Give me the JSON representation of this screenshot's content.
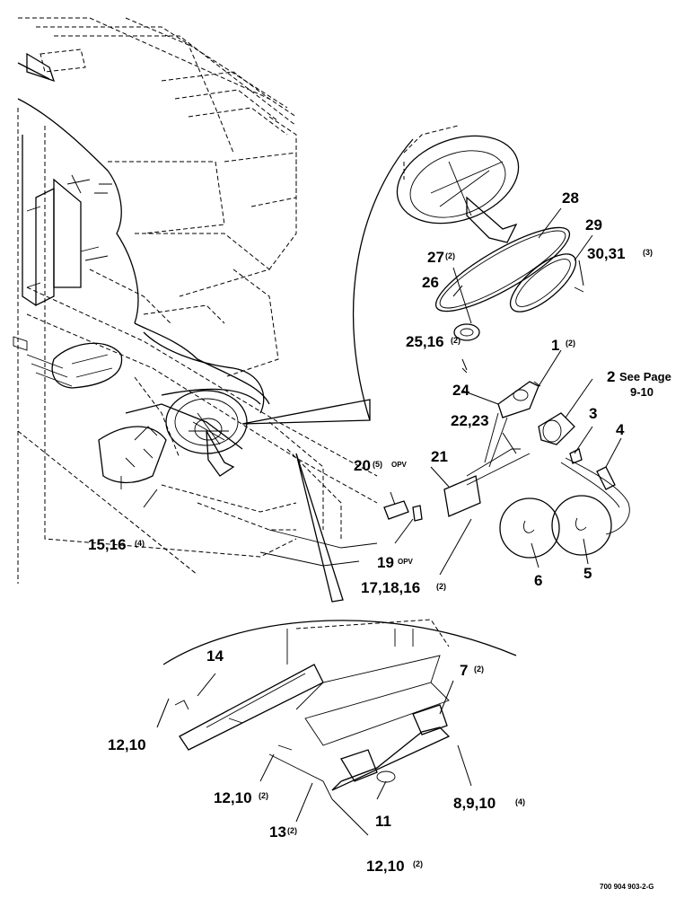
{
  "drawing_number": "700 904 903-2-G",
  "callouts": [
    {
      "id": "c1",
      "label": "1",
      "qty": "(2)"
    },
    {
      "id": "c2",
      "label": "2",
      "qty": ""
    },
    {
      "id": "c2note1",
      "label": "See Page",
      "qty": ""
    },
    {
      "id": "c2note2",
      "label": "9-10",
      "qty": ""
    },
    {
      "id": "c3",
      "label": "3",
      "qty": ""
    },
    {
      "id": "c4",
      "label": "4",
      "qty": ""
    },
    {
      "id": "c5",
      "label": "5",
      "qty": ""
    },
    {
      "id": "c6",
      "label": "6",
      "qty": ""
    },
    {
      "id": "c7",
      "label": "7",
      "qty": "(2)"
    },
    {
      "id": "c8",
      "label": "8,9,10",
      "qty": "(4)"
    },
    {
      "id": "c11",
      "label": "11",
      "qty": ""
    },
    {
      "id": "c12a",
      "label": "12,10",
      "qty": ""
    },
    {
      "id": "c12b",
      "label": "12,10",
      "qty": "(2)"
    },
    {
      "id": "c12c",
      "label": "12,10",
      "qty": "(2)"
    },
    {
      "id": "c13",
      "label": "13",
      "qty": "(2)"
    },
    {
      "id": "c14",
      "label": "14",
      "qty": ""
    },
    {
      "id": "c15",
      "label": "15,16",
      "qty": "(4)"
    },
    {
      "id": "c17",
      "label": "17,18,16",
      "qty": "(2)"
    },
    {
      "id": "c19",
      "label": "19",
      "qty": "OPV"
    },
    {
      "id": "c20",
      "label": "20",
      "qty": "(5)"
    },
    {
      "id": "c20opv",
      "label": "OPV",
      "qty": ""
    },
    {
      "id": "c21",
      "label": "21",
      "qty": ""
    },
    {
      "id": "c22",
      "label": "22,23",
      "qty": ""
    },
    {
      "id": "c24",
      "label": "24",
      "qty": ""
    },
    {
      "id": "c25",
      "label": "25,16",
      "qty": "(2)"
    },
    {
      "id": "c26",
      "label": "26",
      "qty": ""
    },
    {
      "id": "c27",
      "label": "27",
      "qty": "(2)"
    },
    {
      "id": "c28",
      "label": "28",
      "qty": ""
    },
    {
      "id": "c29",
      "label": "29",
      "qty": ""
    },
    {
      "id": "c30",
      "label": "30,31",
      "qty": "(3)"
    }
  ]
}
